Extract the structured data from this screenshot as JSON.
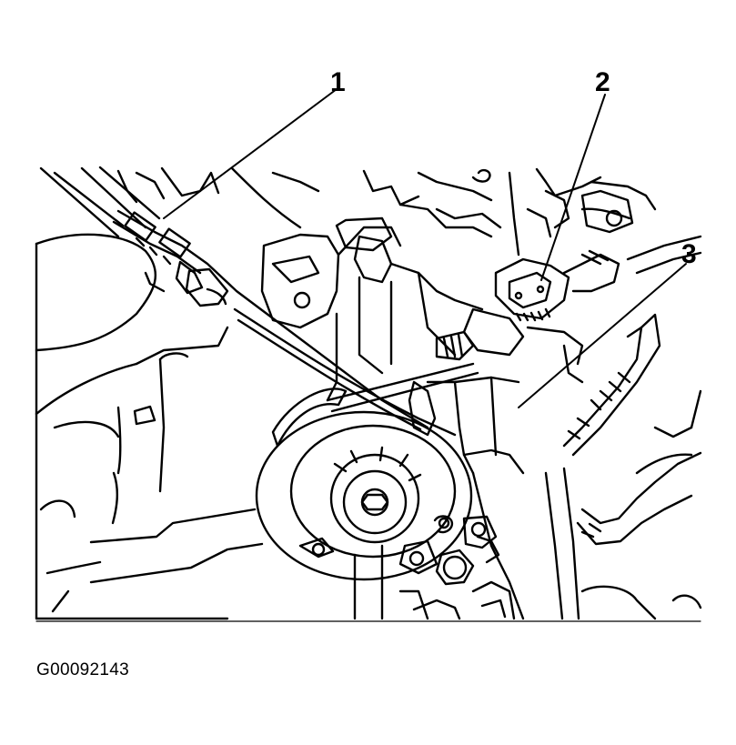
{
  "callouts": {
    "c1": "1",
    "c2": "2",
    "c3": "3"
  },
  "figure_id": "G00092143",
  "colors": {
    "ink": "#000000",
    "paper": "#ffffff"
  }
}
